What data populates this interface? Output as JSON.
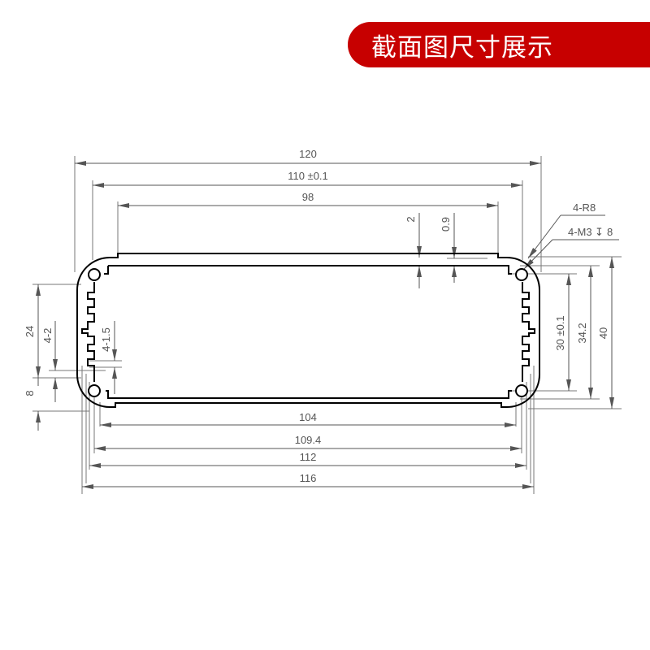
{
  "banner": {
    "title": "截面图尺寸展示",
    "background_color": "#c70000",
    "text_color": "#ffffff"
  },
  "drawing": {
    "subject": "aluminium enclosure extrusion cross-section",
    "line_color": "#000000",
    "dimension_color": "#555555",
    "top_dimensions": {
      "overall_width": "120",
      "flange_width": "110 ±0.1",
      "top_slot_width": "98",
      "top_wall_thickness": "2",
      "top_step_depth": "0.9"
    },
    "bottom_dimensions": {
      "bottom_slot_width": "104",
      "hole_center_distance": "109.4",
      "inner_body_width": "112",
      "body_width": "116"
    },
    "left_dimensions": {
      "fin_region_height": "24",
      "fin_pitch": "4-2",
      "fin_depth": "4-1.5",
      "bottom_offset": "8"
    },
    "right_dimensions": {
      "hole_span": "30 ±0.1",
      "inner_height": "34.2",
      "overall_height": "40"
    },
    "callouts": {
      "corner_radius": "4-R8",
      "screw_holes": "4-M3",
      "screw_depth_symbol": "↧",
      "screw_depth": "8"
    }
  }
}
